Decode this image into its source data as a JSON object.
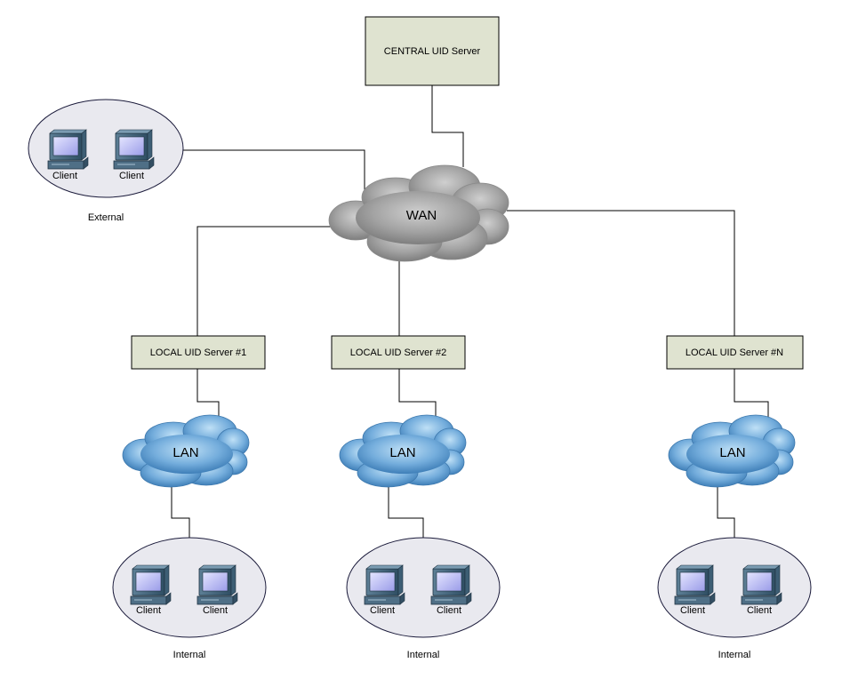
{
  "central": {
    "label": "CENTRAL UID Server"
  },
  "wan": {
    "label": "WAN"
  },
  "external_group": {
    "label": "External",
    "clients": [
      "Client",
      "Client"
    ]
  },
  "local_servers": [
    {
      "label": "LOCAL UID Server #1",
      "lan": "LAN",
      "group": "Internal",
      "clients": [
        "Client",
        "Client"
      ]
    },
    {
      "label": "LOCAL UID Server #2",
      "lan": "LAN",
      "group": "Internal",
      "clients": [
        "Client",
        "Client"
      ]
    },
    {
      "label": "LOCAL UID Server #N",
      "lan": "LAN",
      "group": "Internal",
      "clients": [
        "Client",
        "Client"
      ]
    }
  ],
  "colors": {
    "server_box": "#dfe3d0",
    "wan_cloud": "#9a9a9a",
    "lan_cloud": "#6fa9d8",
    "group_ellipse": "#e9e9ef",
    "monitor_screen": "#b7b9ef"
  },
  "icons": {
    "client": "desktop-computer-icon",
    "wan": "cloud-icon",
    "lan": "cloud-icon"
  }
}
